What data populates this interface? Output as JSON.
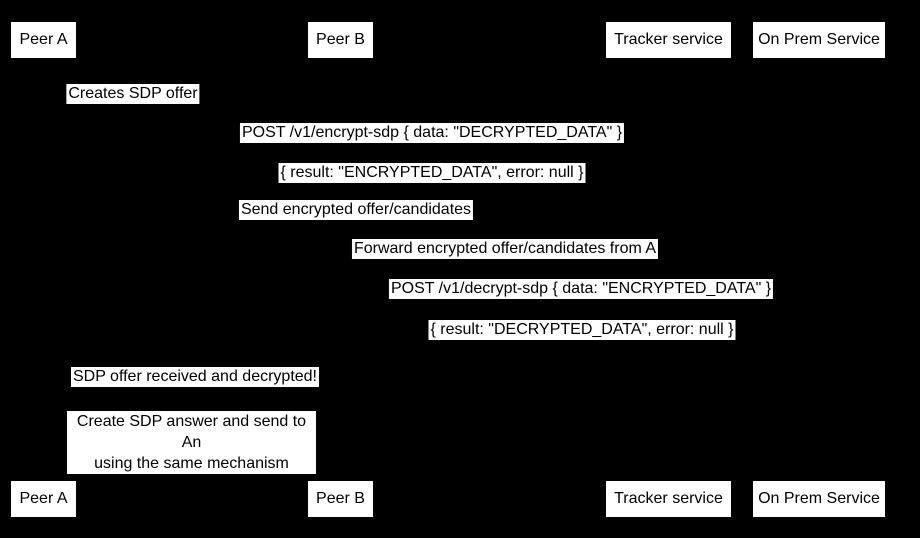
{
  "diagram_type": "sequence-diagram",
  "colors": {
    "background": "#000000",
    "box_fill": "#ffffff",
    "box_text": "#000000"
  },
  "actors": [
    {
      "label": "Peer A"
    },
    {
      "label": "Peer B"
    },
    {
      "label": "Tracker service"
    },
    {
      "label": "On Prem Service"
    }
  ],
  "messages": [
    {
      "text": "Creates SDP offer"
    },
    {
      "text": "POST /v1/encrypt-sdp { data: \"DECRYPTED_DATA\" }"
    },
    {
      "text": "{ result: \"ENCRYPTED_DATA\", error: null }"
    },
    {
      "text": "Send encrypted offer/candidates"
    },
    {
      "text": "Forward encrypted offer/candidates from A"
    },
    {
      "text": "POST /v1/decrypt-sdp { data: \"ENCRYPTED_DATA\" }"
    },
    {
      "text": "{ result: \"DECRYPTED_DATA\", error: null }"
    },
    {
      "text": "SDP offer received and decrypted!"
    }
  ],
  "note": {
    "line1": "Create SDP answer and send to An",
    "line2": "using the same mechanism"
  }
}
